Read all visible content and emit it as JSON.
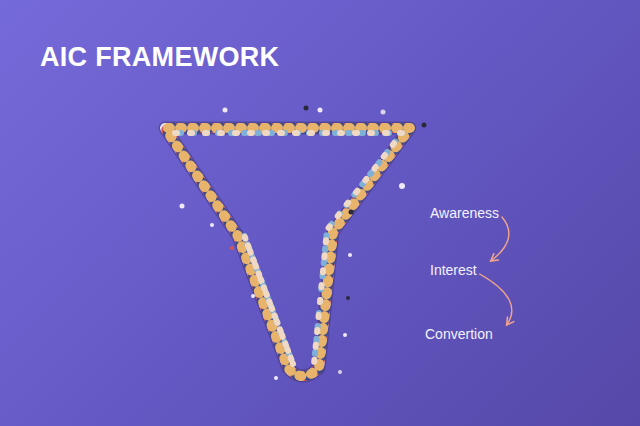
{
  "diagram": {
    "title": "AIC FRAMEWORK",
    "nodes": [
      {
        "text": [
          "Awareness"
        ]
      },
      {
        "text": [
          "Interest"
        ]
      },
      {
        "text": [
          "Convertion"
        ]
      }
    ],
    "edges": [
      {
        "from": 0,
        "to": 1,
        "arrow": "to"
      },
      {
        "from": 1,
        "to": 2,
        "arrow": "to"
      }
    ]
  }
}
